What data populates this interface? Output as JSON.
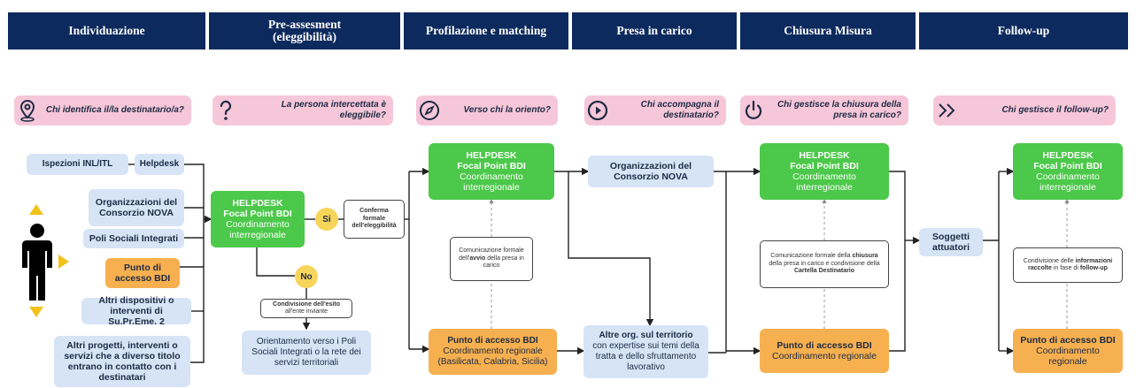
{
  "phases": [
    "Individuazione",
    "Pre-assesment",
    "(eleggibilità)",
    "Profilazione e matching",
    "Presa in carico",
    "Chiusura Misura",
    "Follow-up"
  ],
  "questions": {
    "q1": "Chi identifica il/la destinatario/a?",
    "q2": "La persona intercettata è eleggibile?",
    "q3": "Verso chi la oriento?",
    "q4": "Chi accompagna il destinatario?",
    "q5": "Chi gestisce la chiusura della presa in carico?",
    "q6": "Chi gestisce il follow-up?"
  },
  "sources": {
    "ispezioni": "Ispezioni INL/ITL",
    "helpdesk": "Helpdesk",
    "org_nova": "Organizzazioni del Consorzio NOVA",
    "poli": "Poli Sociali Integrati",
    "punto_bdi": "Punto di accesso BDI",
    "altri_dispositivi": "Altri dispositivi o interventi di Su.Pr.Eme. 2",
    "altri_progetti": "Altri progetti, interventi o servizi che a diverso titolo entrano in contatto con i destinatari"
  },
  "green_box": {
    "line1": "HELPDESK",
    "line2": "Focal Point BDI",
    "line3": "Coordinamento",
    "line4": "interregionale"
  },
  "decision": {
    "si": "Si",
    "no": "No",
    "conferma": "Conferma formale dell'eleggibilità",
    "condivisione_bold": "Condivisione dell'esito",
    "condivisione_rest": "all'ente inviante",
    "orientamento": "Orientamento verso i Poli Sociali Integrati o la rete dei servizi territoriali"
  },
  "profilazione": {
    "comunicazione_pre": "Comunicazione formale dell'",
    "comunicazione_bold": "avvio",
    "comunicazione_post": "della presa in carico",
    "punto_title": "Punto di accesso BDI",
    "punto_sub": "Coordinamento regionale",
    "punto_regions": "(Basilicata, Calabria, Sicilia)"
  },
  "presa": {
    "org_nova": "Organizzazioni del Consorzio NOVA",
    "altre_bold": "Altre org. sul territorio",
    "altre_rest": "con expertise sui temi della tratta e dello sfruttamento lavorativo"
  },
  "chiusura": {
    "com_pre": "Comunicazione formale della",
    "com_bold1": "chiusura",
    "com_mid": "della presa in carico e condivisione della",
    "com_bold2": "Cartella Destinatario",
    "punto_title": "Punto di accesso BDI",
    "punto_sub": "Coordinamento regionale"
  },
  "followup": {
    "soggetti": "Soggetti attuatori",
    "cond_pre": "Condivisione delle",
    "cond_bold": "informazioni raccolte",
    "cond_mid": "in fase di",
    "cond_bold2": "follow-up",
    "punto_title": "Punto di accesso BDI",
    "punto_sub1": "Coordinamento",
    "punto_sub2": "regionale"
  },
  "colors": {
    "header": "#0d2a5e",
    "pink": "#f6c7d8",
    "blue": "#d6e4f6",
    "green": "#4cc84a",
    "orange": "#f7b04f",
    "yellow": "#f7d55a"
  }
}
